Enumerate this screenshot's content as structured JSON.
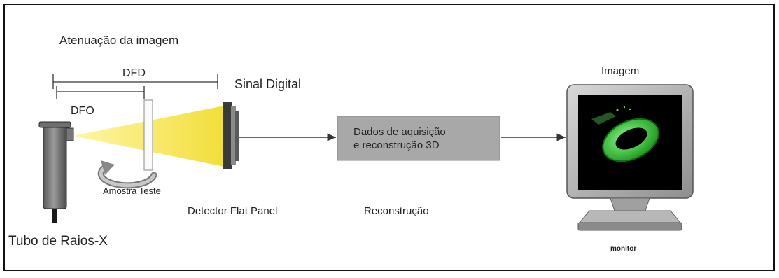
{
  "labels": {
    "title": "Atenuação da imagem",
    "dfd": "DFD",
    "dfo": "DFO",
    "signal": "Sinal Digital",
    "image": "Imagem",
    "box_line1": "Dados de aquisição",
    "box_line2": "e reconstrução 3D",
    "sample": "Amostra Teste",
    "detector": "Detector Flat Panel",
    "reconstruction": "Reconstrução",
    "tube": "Tubo de Raios-X",
    "monitor": "monitor"
  },
  "colors": {
    "border": "#111111",
    "beam": "#f2e24a",
    "box_fill": "#a8a8a8",
    "screen_bg": "#000000",
    "object": "#3ccc3c"
  },
  "icons": {
    "tube": "xray-tube-icon",
    "detector": "flat-panel-detector-icon",
    "rotation": "rotation-arrow-icon",
    "monitor": "monitor-icon"
  }
}
